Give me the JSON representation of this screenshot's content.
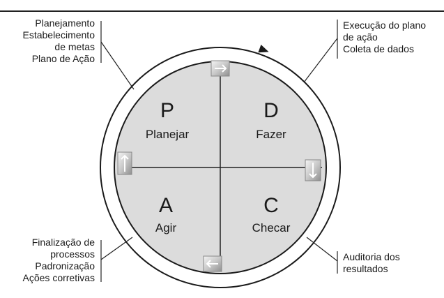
{
  "header": {
    "title_fragment": ""
  },
  "quadrants": {
    "plan": {
      "letter": "P",
      "word": "Planejar"
    },
    "do": {
      "letter": "D",
      "word": "Fazer"
    },
    "check": {
      "letter": "C",
      "word": "Checar"
    },
    "act": {
      "letter": "A",
      "word": "Agir"
    }
  },
  "notes": {
    "plan": [
      "Planejamento",
      "Estabelecimento",
      "de metas",
      "Plano de Ação"
    ],
    "do": [
      "Execução do plano",
      "de ação",
      "Coleta de dados"
    ],
    "check": [
      "Auditoria dos",
      "resultados"
    ],
    "act": [
      "Finalização de",
      "processos",
      "Padronização",
      "Ações corretivas"
    ]
  },
  "icons": {
    "top": "arrow-right-icon",
    "right": "arrow-down-icon",
    "bottom": "arrow-left-icon",
    "left": "arrow-up-icon"
  }
}
